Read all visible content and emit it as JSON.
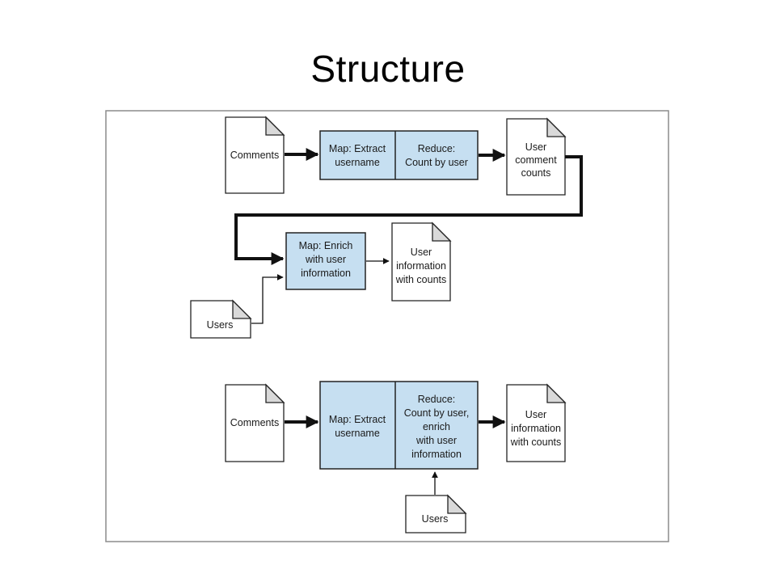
{
  "slide": {
    "title": "Structure"
  },
  "diagram1": {
    "comments_doc": "Comments",
    "job1_map": {
      "bold": "Map",
      "rest_line1": ": Extract",
      "line2": "username"
    },
    "job1_reduce": {
      "bold": "Reduce",
      "rest_line1": ":",
      "line2": "Count by user"
    },
    "counts_doc": [
      "User",
      "comment",
      "counts"
    ],
    "job2_map": {
      "bold": "Map",
      "rest_line1": ": Enrich",
      "line2": "with user",
      "line3": "information"
    },
    "output_doc": [
      "User",
      "information",
      "with counts"
    ],
    "users_doc": "Users"
  },
  "diagram2": {
    "comments_doc": "Comments",
    "map": {
      "bold": "Map",
      "rest_line1": ": Extract",
      "line2": "username"
    },
    "reduce": {
      "bold": "Reduce",
      "rest_line1": ":",
      "line2": "Count by user,",
      "line3": "enrich",
      "line4": "with user",
      "line5": "information"
    },
    "output_doc": [
      "User",
      "information",
      "with counts"
    ],
    "users_doc": "Users"
  },
  "colors": {
    "process_fill": "#c6dff1",
    "stroke": "#222222",
    "doc_fill": "#ffffff",
    "fold_fill": "#d9d9d9"
  }
}
